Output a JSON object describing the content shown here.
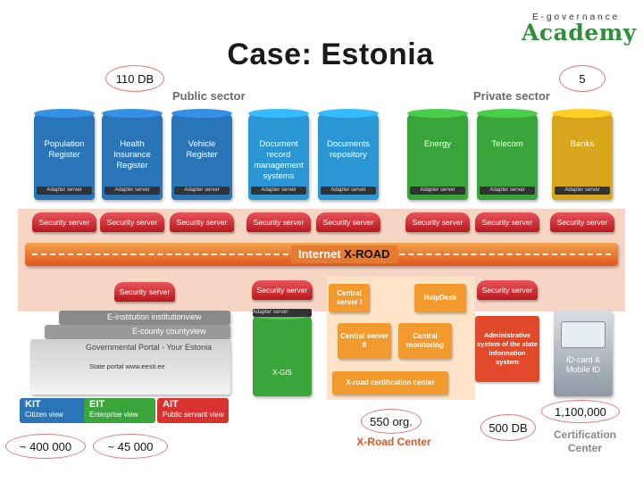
{
  "title": "Case: Estonia",
  "logo": {
    "top_text": "E-governance",
    "main_text": "Academy",
    "color": "#2f8f3a"
  },
  "callouts": {
    "db_public": "110 DB",
    "db_private": "5",
    "org_count": "550 org.",
    "db_center": "500 DB",
    "id_users": "1,100,000",
    "citizens": "~ 400 000",
    "enterprises": "~ 45 000"
  },
  "sectors": {
    "public": "Public sector",
    "private": "Private sector"
  },
  "databases": [
    {
      "label": "Population Register",
      "color": "#2a74b8"
    },
    {
      "label": "Health Insurance Register",
      "color": "#2a74b8"
    },
    {
      "label": "Vehicle Register",
      "color": "#2a74b8"
    },
    {
      "label": "Document record management systems",
      "color": "#2a96d3"
    },
    {
      "label": "Documents repository",
      "color": "#2a96d3"
    },
    {
      "label": "Energy",
      "color": "#3aa53a"
    },
    {
      "label": "Telecom",
      "color": "#3aa53a"
    },
    {
      "label": "Banks",
      "color": "#d7a61c"
    }
  ],
  "adapter_label": "Adapter server",
  "security_label": "Security server",
  "xroad": {
    "prefix": "Internet",
    "name": "X-ROAD"
  },
  "center": {
    "helpdesk": "HelpDesk",
    "central_1": "Central server I",
    "central_2": "Central server II",
    "monitoring": "Central monitoring",
    "certification": "X-road certification center",
    "admin_system": "Administrative system of the state information system",
    "xgis": "X-GIS",
    "label": "X-Road Center"
  },
  "portal": {
    "institution": "E-institution institutionview",
    "county": "E-county countyview",
    "government": "Governmental Portal - Your Estonia",
    "state_portal": "State portal www.eesti.ee"
  },
  "views": [
    {
      "code": "KIT",
      "sub": "Citizen view",
      "color": "#2a74b8"
    },
    {
      "code": "EIT",
      "sub": "Enterprise view",
      "color": "#3aa53a"
    },
    {
      "code": "AIT",
      "sub": "Public servant view",
      "color": "#d9322f"
    }
  ],
  "id_card": {
    "label": "ID-card & Mobile ID"
  },
  "certification_center": "Certification Center"
}
